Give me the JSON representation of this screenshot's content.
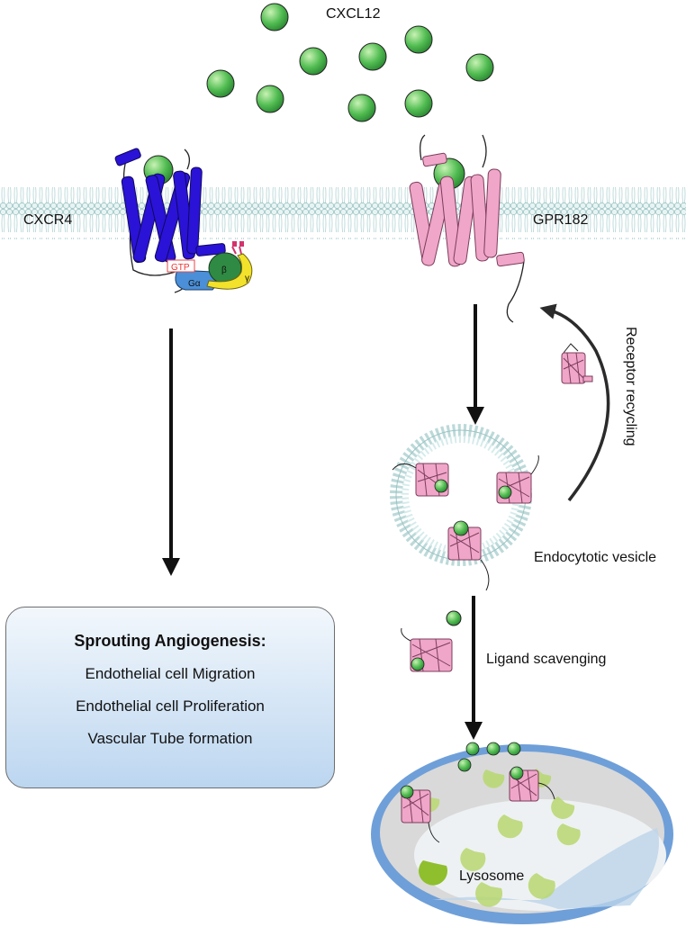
{
  "labels": {
    "ligand": "CXCL12",
    "receptor_left": "CXCR4",
    "receptor_right": "GPR182",
    "gtp": "GTP",
    "g_alpha": "Gα",
    "g_beta": "β",
    "g_gamma": "γ",
    "recycling": "Receptor recycling",
    "vesicle": "Endocytotic vesicle",
    "scavenging": "Ligand scavenging",
    "lysosome": "Lysosome"
  },
  "outcome": {
    "title": "Sprouting Angiogenesis:",
    "items": [
      "Endothelial cell Migration",
      "Endothelial cell Proliferation",
      "Vascular Tube formation"
    ]
  },
  "colors": {
    "cxcr4": "#2a13d6",
    "gpr182": "#f0a6c8",
    "ligand": "#5ac45a",
    "membrane": "#cfe6e6",
    "lysosome_rim": "#7fa9dc",
    "box_fill": "#cfe0f4"
  },
  "icons": [
    "ligand-sphere",
    "transmembrane-helix-bundle",
    "g-protein",
    "phospholipid-bilayer",
    "vesicle",
    "lysosome",
    "protease"
  ]
}
